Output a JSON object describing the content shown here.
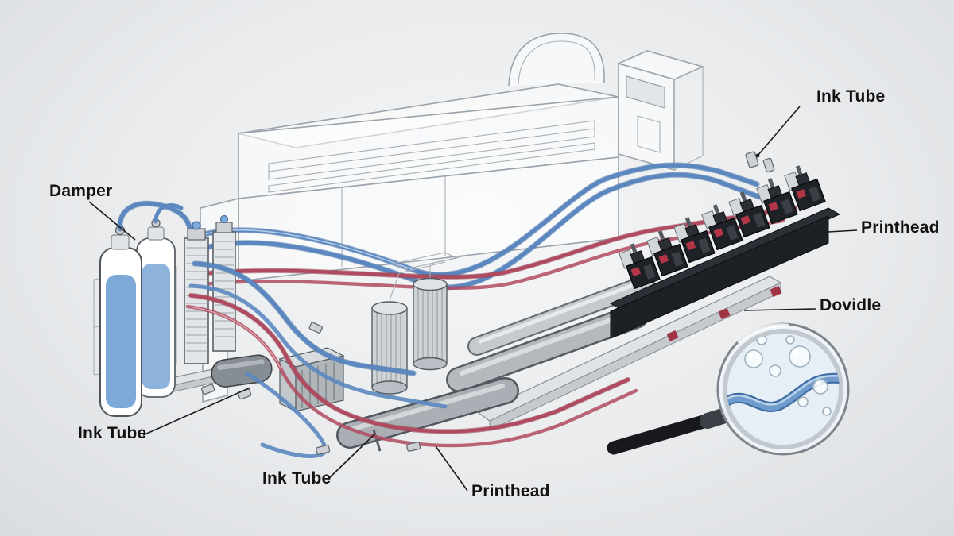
{
  "diagram": {
    "labels": {
      "damper": "Damper",
      "ink_tube_top_right": "Ink Tube",
      "printhead_right": "Printhead",
      "dovidle": "Dovidle",
      "ink_tube_left": "Ink Tube",
      "ink_tube_bottom": "Ink Tube",
      "printhead_bottom": "Printhead"
    },
    "colors": {
      "ink_blue": "#5b87c0",
      "ink_red": "#b04a5e",
      "printhead_black": "#1d2025",
      "printer_outline": "#9aa3ab",
      "background": "#e9ebed"
    }
  }
}
